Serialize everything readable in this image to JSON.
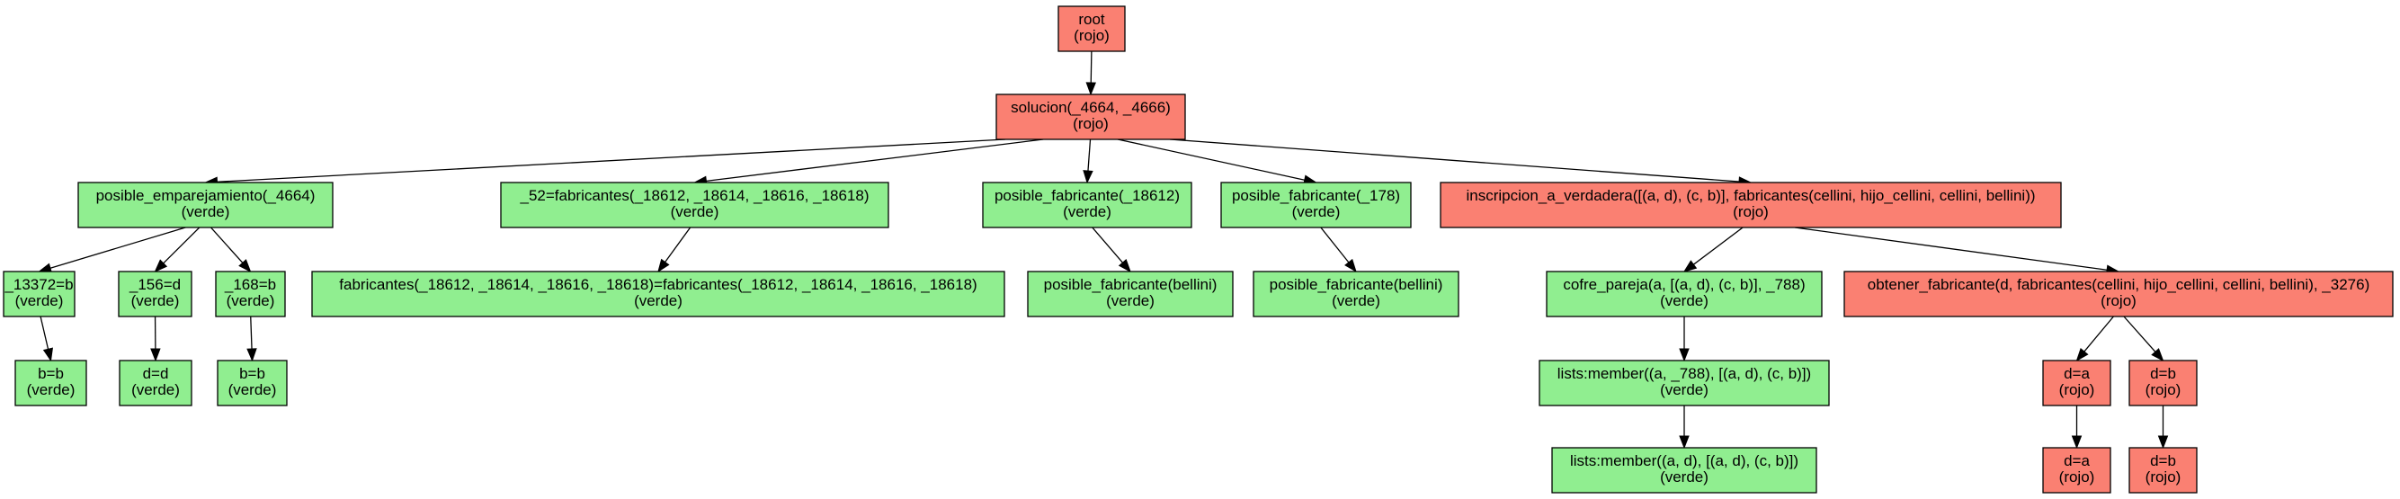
{
  "colors": {
    "rojo": "#fa8072",
    "verde": "#90ee90"
  },
  "nodes": [
    {
      "id": "n0",
      "lines": [
        "root",
        "(rojo)"
      ],
      "status": "rojo"
    },
    {
      "id": "n1",
      "lines": [
        "solucion(_4664, _4666)",
        "(rojo)"
      ],
      "status": "rojo"
    },
    {
      "id": "n2",
      "lines": [
        "posible_emparejamiento(_4664)",
        "(verde)"
      ],
      "status": "verde"
    },
    {
      "id": "n3",
      "lines": [
        "_52=fabricantes(_18612, _18614, _18616, _18618)",
        "(verde)"
      ],
      "status": "verde"
    },
    {
      "id": "n4",
      "lines": [
        "posible_fabricante(_18612)",
        "(verde)"
      ],
      "status": "verde"
    },
    {
      "id": "n5",
      "lines": [
        "posible_fabricante(_178)",
        "(verde)"
      ],
      "status": "verde"
    },
    {
      "id": "n6",
      "lines": [
        "inscripcion_a_verdadera([(a, d), (c, b)], fabricantes(cellini, hijo_cellini, cellini, bellini))",
        "(rojo)"
      ],
      "status": "rojo"
    },
    {
      "id": "n7",
      "lines": [
        "_13372=b",
        "(verde)"
      ],
      "status": "verde"
    },
    {
      "id": "n8",
      "lines": [
        "_156=d",
        "(verde)"
      ],
      "status": "verde"
    },
    {
      "id": "n9",
      "lines": [
        "_168=b",
        "(verde)"
      ],
      "status": "verde"
    },
    {
      "id": "n10",
      "lines": [
        "fabricantes(_18612, _18614, _18616, _18618)=fabricantes(_18612, _18614, _18616, _18618)",
        "(verde)"
      ],
      "status": "verde"
    },
    {
      "id": "n11",
      "lines": [
        "posible_fabricante(bellini)",
        "(verde)"
      ],
      "status": "verde"
    },
    {
      "id": "n12",
      "lines": [
        "posible_fabricante(bellini)",
        "(verde)"
      ],
      "status": "verde"
    },
    {
      "id": "n13",
      "lines": [
        "cofre_pareja(a, [(a, d), (c, b)], _788)",
        "(verde)"
      ],
      "status": "verde"
    },
    {
      "id": "n14",
      "lines": [
        "obtener_fabricante(d, fabricantes(cellini, hijo_cellini, cellini, bellini), _3276)",
        "(rojo)"
      ],
      "status": "rojo"
    },
    {
      "id": "n15",
      "lines": [
        "b=b",
        "(verde)"
      ],
      "status": "verde"
    },
    {
      "id": "n16",
      "lines": [
        "d=d",
        "(verde)"
      ],
      "status": "verde"
    },
    {
      "id": "n17",
      "lines": [
        "b=b",
        "(verde)"
      ],
      "status": "verde"
    },
    {
      "id": "n18",
      "lines": [
        "lists:member((a, _788), [(a, d), (c, b)])",
        "(verde)"
      ],
      "status": "verde"
    },
    {
      "id": "n19",
      "lines": [
        "d=a",
        "(rojo)"
      ],
      "status": "rojo"
    },
    {
      "id": "n20",
      "lines": [
        "d=b",
        "(rojo)"
      ],
      "status": "rojo"
    },
    {
      "id": "n21",
      "lines": [
        "lists:member((a, d), [(a, d), (c, b)])",
        "(verde)"
      ],
      "status": "verde"
    },
    {
      "id": "n22",
      "lines": [
        "d=a",
        "(rojo)"
      ],
      "status": "rojo"
    },
    {
      "id": "n23",
      "lines": [
        "d=b",
        "(rojo)"
      ],
      "status": "rojo"
    }
  ],
  "edges": [
    [
      "n0",
      "n1"
    ],
    [
      "n1",
      "n2"
    ],
    [
      "n1",
      "n3"
    ],
    [
      "n1",
      "n4"
    ],
    [
      "n1",
      "n5"
    ],
    [
      "n1",
      "n6"
    ],
    [
      "n2",
      "n7"
    ],
    [
      "n2",
      "n8"
    ],
    [
      "n2",
      "n9"
    ],
    [
      "n3",
      "n10"
    ],
    [
      "n4",
      "n11"
    ],
    [
      "n5",
      "n12"
    ],
    [
      "n6",
      "n13"
    ],
    [
      "n6",
      "n14"
    ],
    [
      "n7",
      "n15"
    ],
    [
      "n8",
      "n16"
    ],
    [
      "n9",
      "n17"
    ],
    [
      "n13",
      "n18"
    ],
    [
      "n14",
      "n19"
    ],
    [
      "n14",
      "n20"
    ],
    [
      "n18",
      "n21"
    ],
    [
      "n19",
      "n22"
    ],
    [
      "n20",
      "n23"
    ]
  ]
}
